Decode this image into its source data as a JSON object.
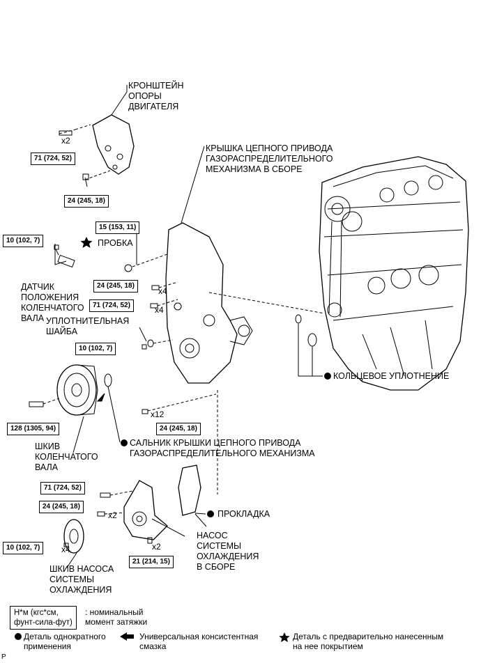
{
  "labels": {
    "bracket": "КРОНШТЕЙН\nОПОРЫ\nДВИГАТЕЛЯ",
    "cover": "КРЫШКА ЦЕПНОГО ПРИВОДА\nГАЗОРАСПРЕДЕЛИТЕЛЬНОГО\nМЕХАНИЗМА В СБОРЕ",
    "plug": "ПРОБКА",
    "sensor": "ДАТЧИК\nПОЛОЖЕНИЯ\nКОЛЕНЧАТОГО\nВАЛА",
    "washer": "УПЛОТНИТЕЛЬНАЯ\nШАЙБА",
    "oring": "КОЛЬЦЕВОЕ УПЛОТНЕНИЕ",
    "pulley": "ШКИВ\nКОЛЕНЧАТОГО\nВАЛА",
    "oilseal": "САЛЬНИК КРЫШКИ ЦЕПНОГО ПРИВОДА\nГАЗОРАСПРЕДЕЛИТЕЛЬНОГО МЕХАНИЗМА",
    "gasket": "ПРОКЛАДКА",
    "pump": "НАСОС\nСИСТЕМЫ\nОХЛАЖДЕНИЯ\nВ СБОРЕ",
    "pump_pulley": "ШКИВ НАСОСА\nСИСТЕМЫ\nОХЛАЖДЕНИЯ"
  },
  "torques": {
    "t1": "71 (724, 52)",
    "t2": "24 (245, 18)",
    "t3": "15 (153, 11)",
    "t4": "10 (102, 7)",
    "t5": "24 (245, 18)",
    "t6": "71 (724, 52)",
    "t7": "10 (102, 7)",
    "t8": "128 (1305, 94)",
    "t9": "24 (245, 18)",
    "t10": "71 (724, 52)",
    "t11": "24 (245, 18)",
    "t12": "10 (102, 7)",
    "t13": "21 (214, 15)"
  },
  "counts": {
    "c1": "x2",
    "c2": "x4",
    "c3": "x4",
    "c4": "x12",
    "c5": "x2",
    "c6": "x4",
    "c7": "x2"
  },
  "legend": {
    "unit_box": "Н*м (кгс*см,\nфунт-сила-фут)",
    "unit_desc": ": номинальный\nмомент затяжки",
    "single_use": "Деталь однократного\nприменения",
    "grease": "Универсальная консистентная\nсмазка",
    "precoated": "Деталь с предварительно нанесенным\nна нее покрытием"
  },
  "corner_mark": "P"
}
